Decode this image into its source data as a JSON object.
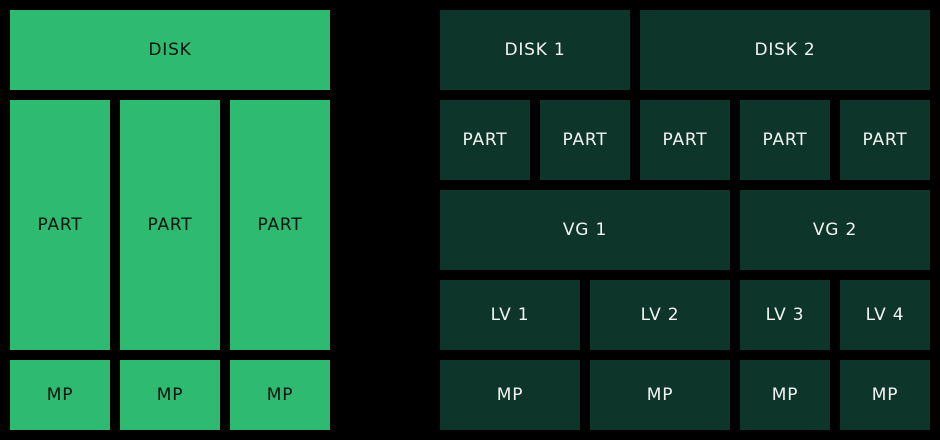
{
  "colors": {
    "background": "#000000",
    "left_block": "#2fba71",
    "left_text": "#09140d",
    "right_block": "#0e3529",
    "right_text": "#f2f4f2"
  },
  "left_diagram": {
    "disk": "DISK",
    "partitions": [
      "PART",
      "PART",
      "PART"
    ],
    "mount_points": [
      "MP",
      "MP",
      "MP"
    ]
  },
  "right_diagram": {
    "disks": [
      "DISK 1",
      "DISK 2"
    ],
    "partitions": [
      "PART",
      "PART",
      "PART",
      "PART",
      "PART"
    ],
    "volume_groups": [
      "VG 1",
      "VG 2"
    ],
    "logical_volumes": [
      "LV 1",
      "LV 2",
      "LV 3",
      "LV 4"
    ],
    "mount_points": [
      "MP",
      "MP",
      "MP",
      "MP"
    ]
  }
}
